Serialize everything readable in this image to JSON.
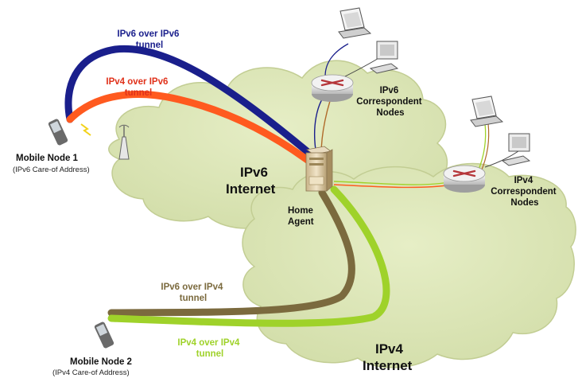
{
  "clouds": {
    "ipv6": [
      "IPv6",
      "Internet"
    ],
    "ipv4": [
      "IPv4",
      "Internet"
    ]
  },
  "nodes": {
    "home_agent": [
      "Home",
      "Agent"
    ],
    "mobile_node_1": {
      "name": "Mobile Node 1",
      "address": "(IPv6 Care-of Address)"
    },
    "mobile_node_2": {
      "name": "Mobile Node 2",
      "address": "(IPv4 Care-of Address)"
    },
    "ipv6_correspondent": [
      "IPv6",
      "Correspondent",
      "Nodes"
    ],
    "ipv4_correspondent": [
      "IPv4",
      "Correspondent",
      "Nodes"
    ]
  },
  "tunnels": {
    "ipv6_over_ipv6": {
      "lines": [
        "IPv6 over IPv6",
        "tunnel"
      ],
      "color": "#1a1f8c"
    },
    "ipv4_over_ipv6": {
      "lines": [
        "IPv4 over IPv6",
        "tunnel"
      ],
      "color": "#ff5a1f"
    },
    "ipv6_over_ipv4": {
      "lines": [
        "IPv6 over IPv4",
        "tunnel"
      ],
      "color": "#7b6a3e"
    },
    "ipv4_over_ipv4": {
      "lines": [
        "IPv4 over IPv4",
        "tunnel"
      ],
      "color": "#9fd22a"
    }
  },
  "colors": {
    "cloud_fill": "#d9e3b4",
    "cloud_stroke": "#c2cd93",
    "router": "#b5363a"
  }
}
